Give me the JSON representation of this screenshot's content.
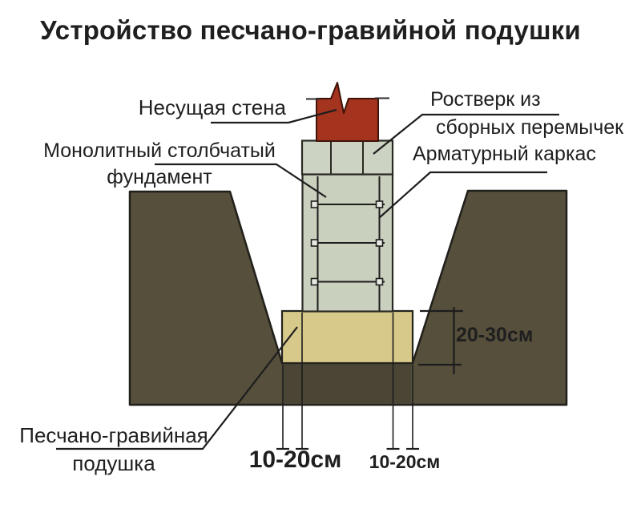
{
  "title": "Устройство песчано-гравийной подушки",
  "labels": {
    "bearing_wall": "Несущая стена",
    "grillage": {
      "line1": "Ростверк из",
      "line2": "сборных перемычек"
    },
    "column": {
      "line1": "Монолитный столбчатый",
      "line2": "фундамент"
    },
    "rebar_cage": "Арматурный каркас",
    "cushion": {
      "line1": "Песчано-гравийная",
      "line2": "подушка"
    }
  },
  "dimensions": {
    "cushion_thickness": "20-30см",
    "overhang_left": "10-20см",
    "overhang_right": "10-20см"
  },
  "colors": {
    "background": "#ffffff",
    "text": "#1f1f1f",
    "line": "#1d1d1d",
    "wall_red": "#a5341e",
    "concrete": "#c9d0be",
    "grillage": "#cdd3c3",
    "earth": "#564f3c",
    "earth_shadow": "#4b4536",
    "cushion_sand": "#d7c98a"
  }
}
